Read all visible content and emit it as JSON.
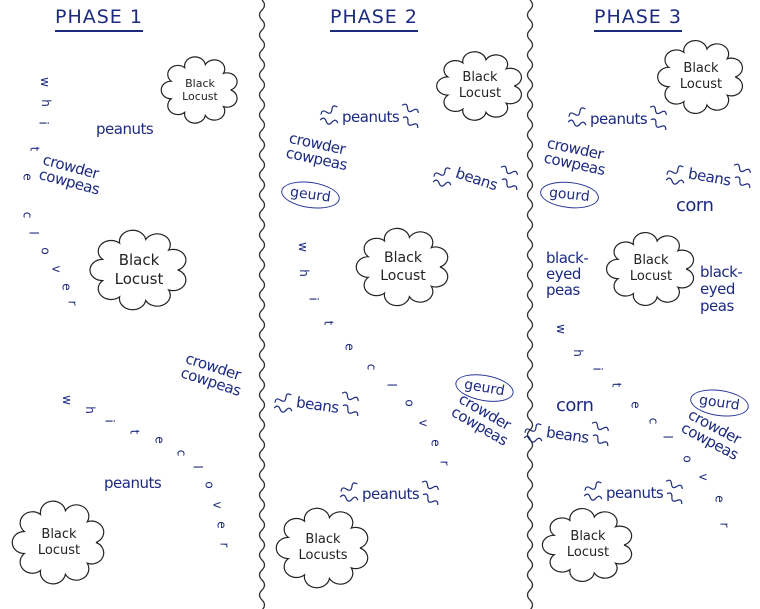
{
  "phases": [
    {
      "title": "PHASE 1",
      "labels": {
        "locust_top": "Black\nLocust",
        "peanuts_top": "peanuts",
        "crowder_top": "crowder\ncowpeas",
        "locust_mid": "Black\nLocust",
        "crowder_bottom": "crowder\ncowpeas",
        "peanuts_bottom": "peanuts",
        "locust_bottom": "Black\nLocust",
        "clover_top": "white clover",
        "clover_bottom": "white clover"
      }
    },
    {
      "title": "PHASE 2",
      "labels": {
        "locust_top": "Black\nLocust",
        "peanuts_top": "peanuts",
        "crowder_top": "crowder\ncowpeas",
        "gourd_top": "geurd",
        "beans_top": "beans",
        "locust_mid": "Black\nLocust",
        "clover": "white clover",
        "beans_bottom": "beans",
        "gourd_bottom": "geurd",
        "crowder_bottom": "crowder\ncowpeas",
        "peanuts_bottom": "peanuts",
        "locust_bottom": "Black\nLocusts"
      }
    },
    {
      "title": "PHASE 3",
      "labels": {
        "locust_top": "Black\nLocust",
        "peanuts_top": "peanuts",
        "crowder_top": "crowder\ncowpeas",
        "gourd_top": "gourd",
        "beans_top": "beans",
        "corn_top": "corn",
        "bep_left": "black-\neyed\npeas",
        "locust_mid": "Black\nLocust",
        "bep_right": "black-\neyed\npeas",
        "clover": "white clover",
        "corn_bottom": "corn",
        "beans_bottom": "beans",
        "gourd_bottom": "gourd",
        "crowder_bottom": "crowder\ncowpeas",
        "peanuts_bottom": "peanuts",
        "locust_bottom": "Black\nLocust"
      }
    }
  ],
  "colors": {
    "ink": "#1c2a80",
    "pencil": "#222222"
  }
}
